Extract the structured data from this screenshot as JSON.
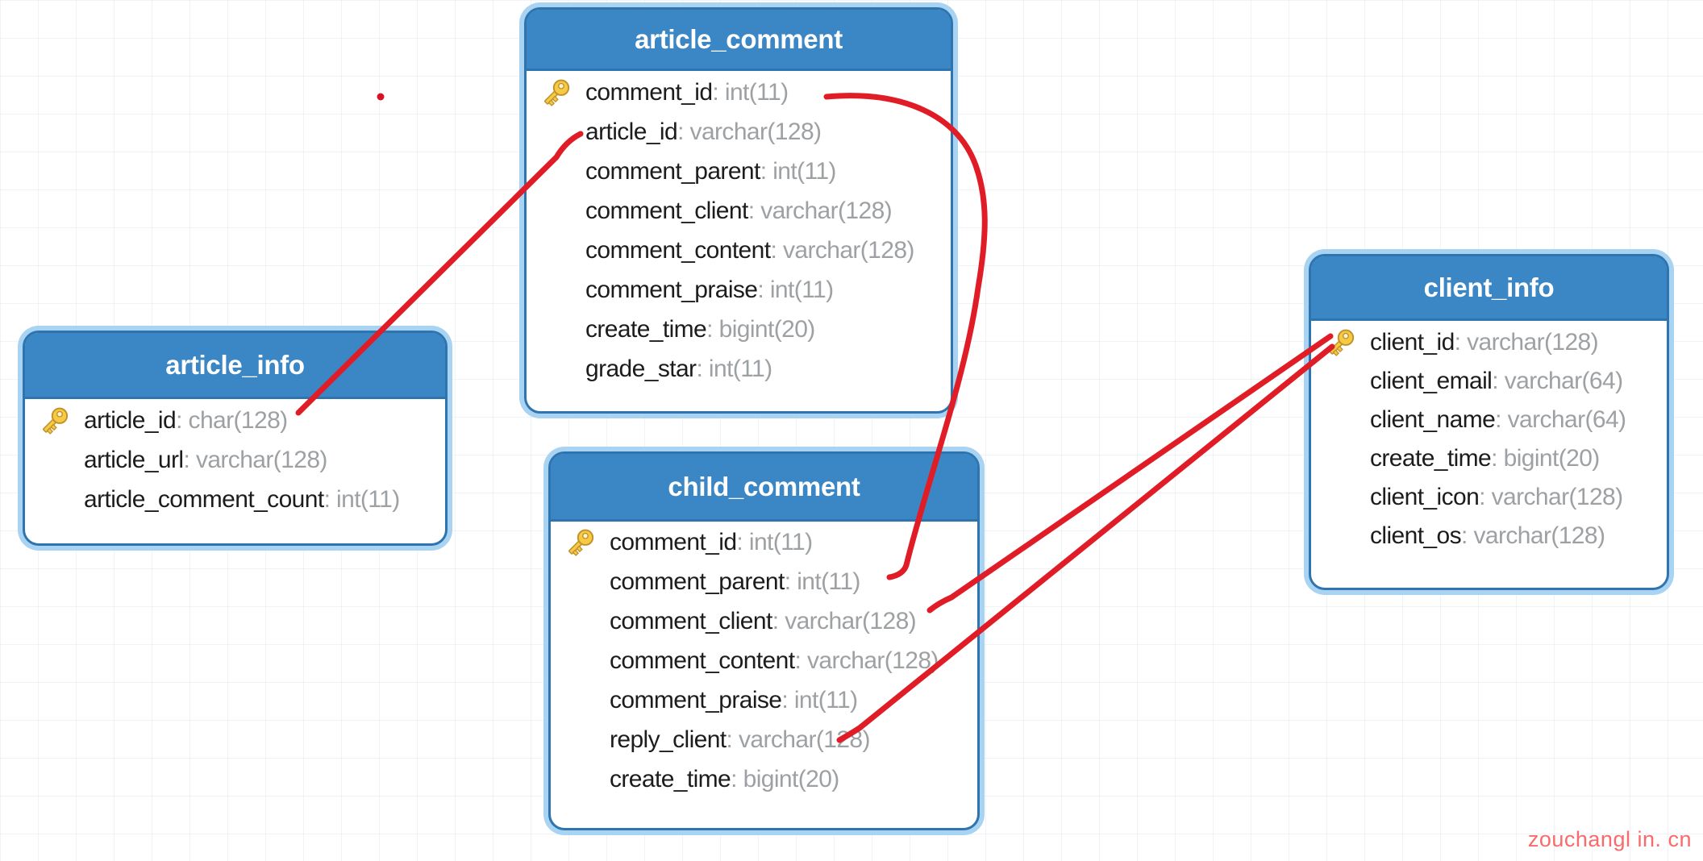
{
  "diagram": {
    "kind": "database-er-diagram",
    "tables": [
      {
        "id": "article_comment",
        "title": "article_comment",
        "fields": [
          {
            "name": "comment_id",
            "type": "int(11)",
            "pk": true
          },
          {
            "name": "article_id",
            "type": "varchar(128)"
          },
          {
            "name": "comment_parent",
            "type": "int(11)"
          },
          {
            "name": "comment_client",
            "type": "varchar(128)"
          },
          {
            "name": "comment_content",
            "type": "varchar(128)"
          },
          {
            "name": "comment_praise",
            "type": "int(11)"
          },
          {
            "name": "create_time",
            "type": "bigint(20)"
          },
          {
            "name": "grade_star",
            "type": "int(11)"
          }
        ]
      },
      {
        "id": "article_info",
        "title": "article_info",
        "fields": [
          {
            "name": "article_id",
            "type": "char(128)",
            "pk": true
          },
          {
            "name": "article_url",
            "type": "varchar(128)"
          },
          {
            "name": "article_comment_count",
            "type": "int(11)"
          }
        ]
      },
      {
        "id": "child_comment",
        "title": "child_comment",
        "fields": [
          {
            "name": "comment_id",
            "type": "int(11)",
            "pk": true
          },
          {
            "name": "comment_parent",
            "type": "int(11)"
          },
          {
            "name": "comment_client",
            "type": "varchar(128)"
          },
          {
            "name": "comment_content",
            "type": "varchar(128)"
          },
          {
            "name": "comment_praise",
            "type": "int(11)"
          },
          {
            "name": "reply_client",
            "type": "varchar(128)"
          },
          {
            "name": "create_time",
            "type": "bigint(20)"
          }
        ]
      },
      {
        "id": "client_info",
        "title": "client_info",
        "fields": [
          {
            "name": "client_id",
            "type": "varchar(128)",
            "pk": true
          },
          {
            "name": "client_email",
            "type": "varchar(64)"
          },
          {
            "name": "client_name",
            "type": "varchar(64)"
          },
          {
            "name": "create_time",
            "type": "bigint(20)"
          },
          {
            "name": "client_icon",
            "type": "varchar(128)"
          },
          {
            "name": "client_os",
            "type": "varchar(128)"
          }
        ]
      }
    ],
    "relations": [
      {
        "from": "article_info.article_id",
        "to": "article_comment.article_id"
      },
      {
        "from": "article_comment.comment_id",
        "to": "child_comment.comment_parent"
      },
      {
        "from": "client_info.client_id",
        "to": "child_comment.comment_client"
      },
      {
        "from": "client_info.client_id",
        "to": "child_comment.reply_client"
      }
    ],
    "colors": {
      "header_blue": "#3b86c4",
      "border_blue": "#2e74ae",
      "glow_blue": "#a9d3f2",
      "field_name": "#1c1c1c",
      "field_type": "#9ea1a4",
      "key_gold": "#f6ca43",
      "relation_red": "#e01d26",
      "watermark_pink": "#f96b6b"
    },
    "artifacts": [
      {
        "type": "stray-red-dot"
      }
    ],
    "watermark": "zouchangl in. cn"
  }
}
